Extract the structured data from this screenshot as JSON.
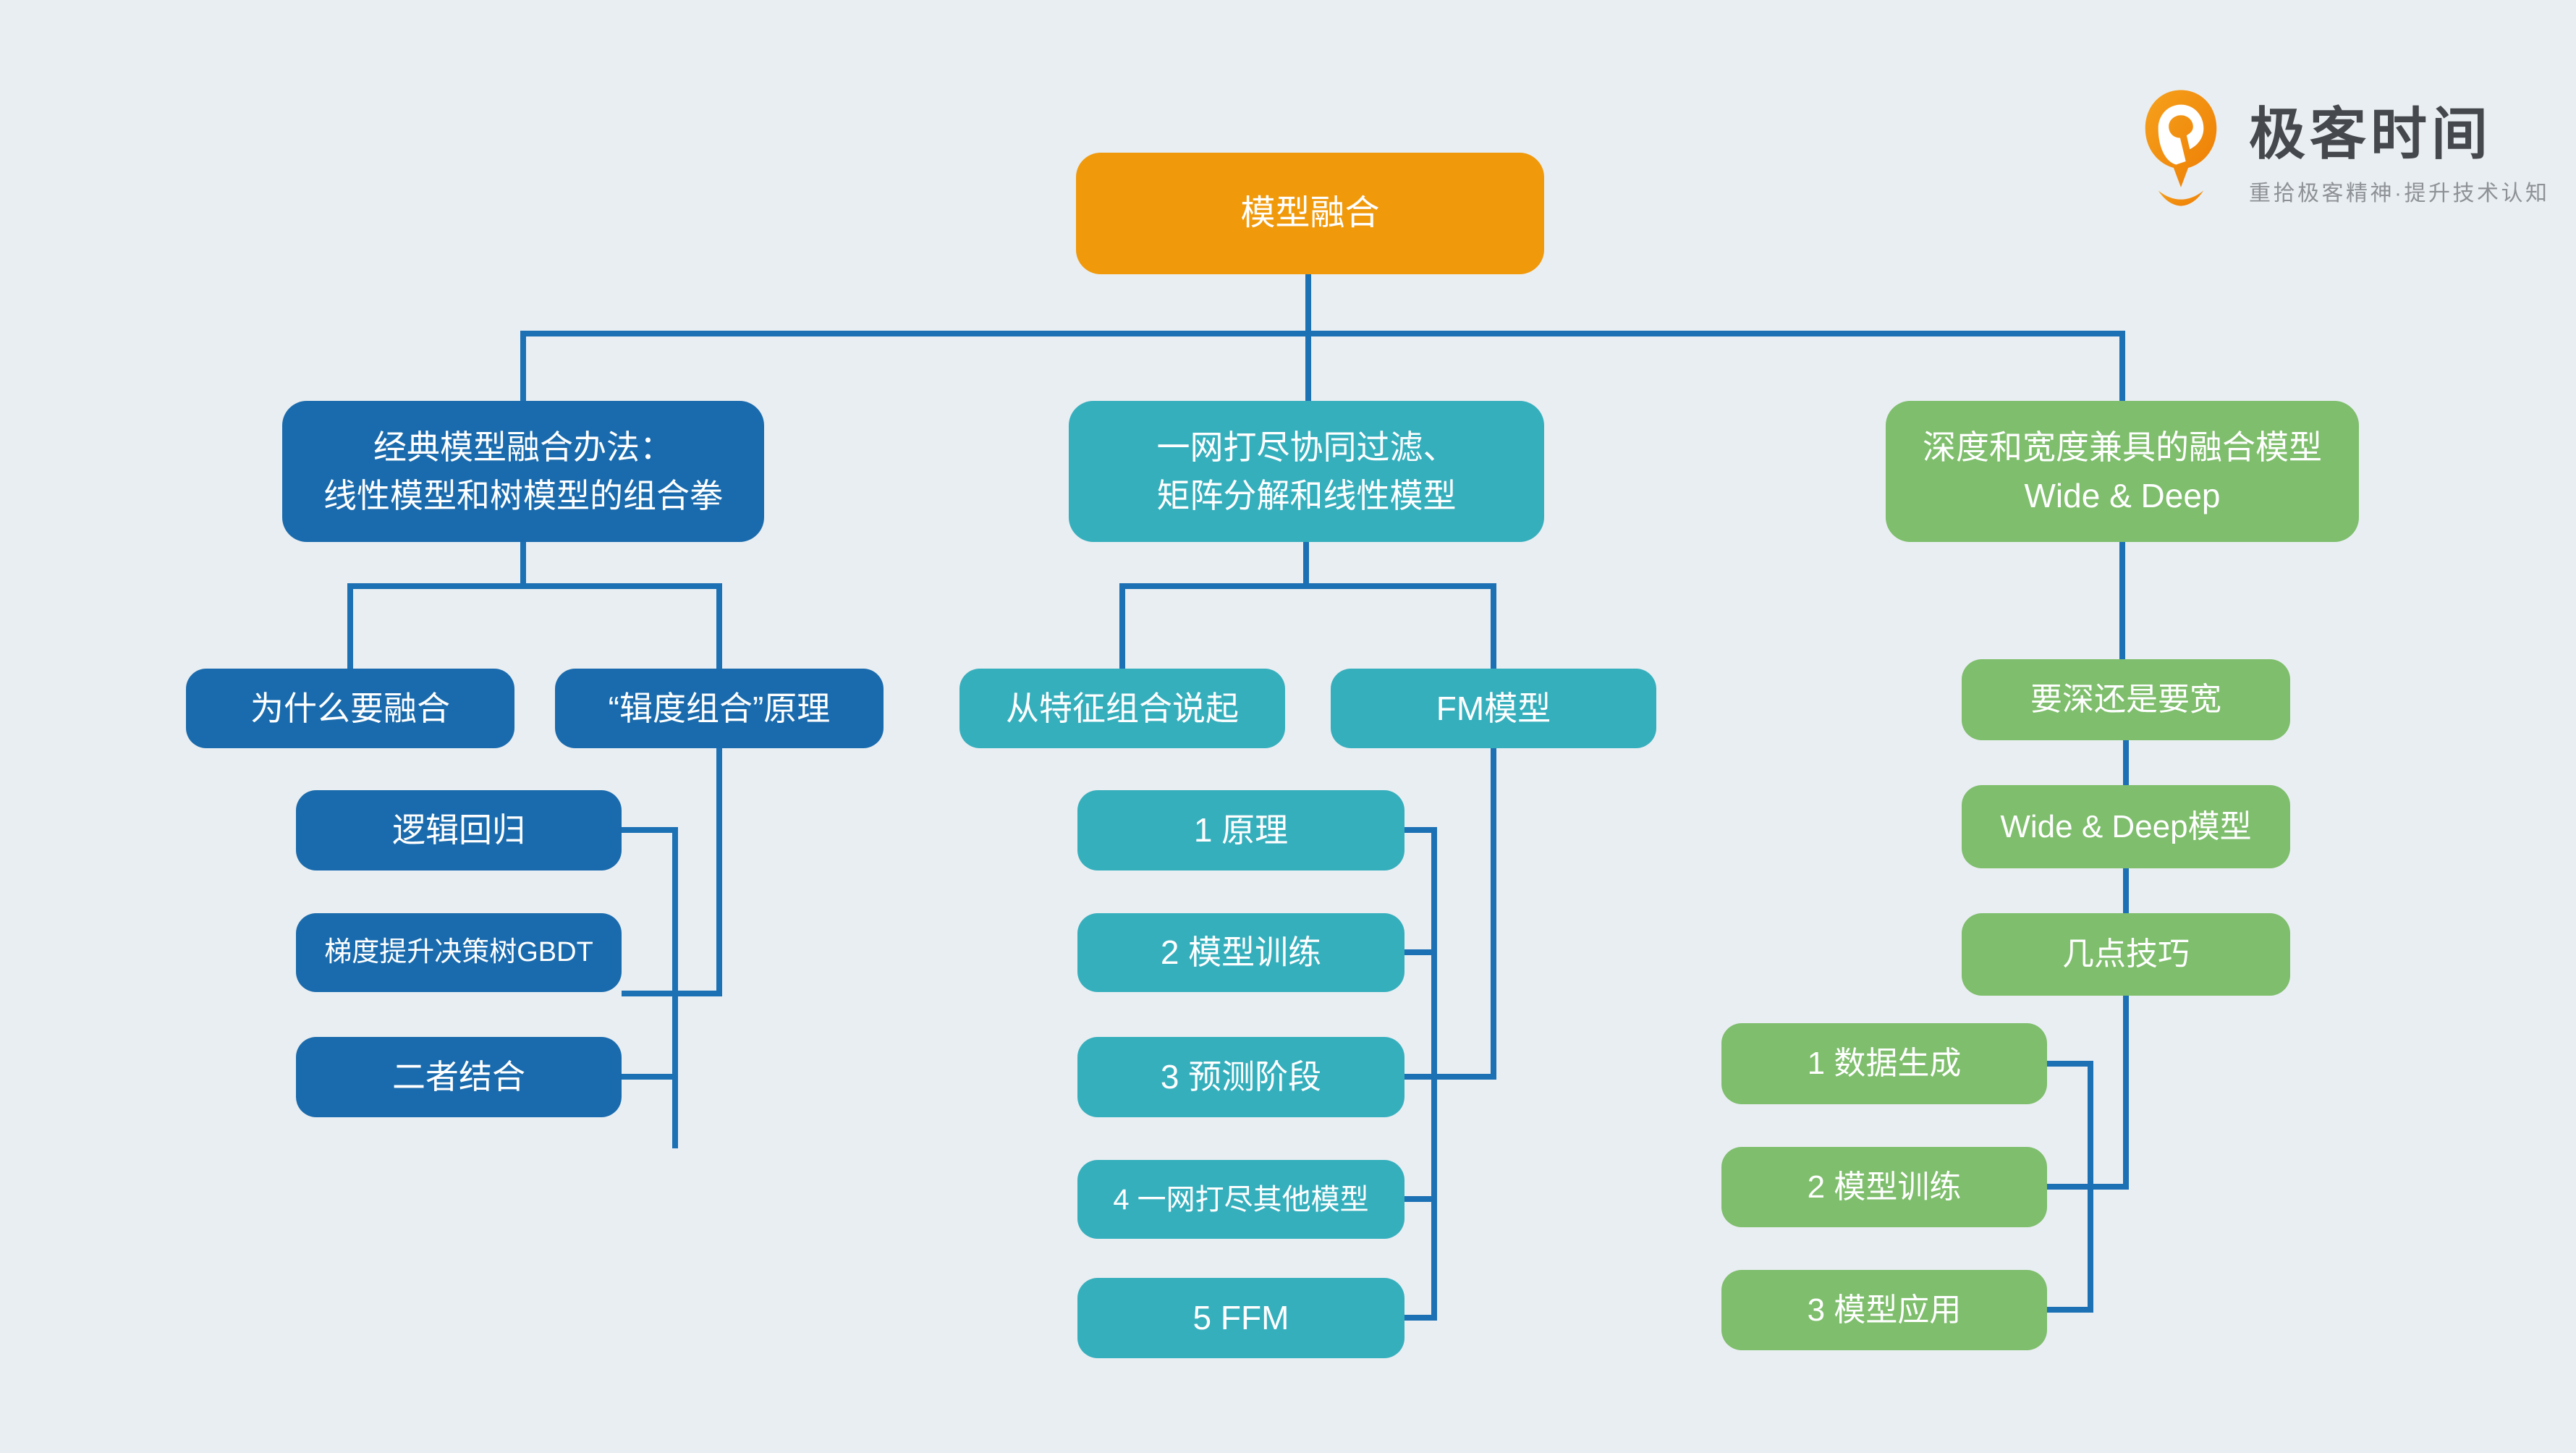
{
  "page": {
    "background": "#E9EEF2"
  },
  "logo": {
    "brand": "极客时间",
    "tagline": "重拾极客精神·提升技术认知",
    "icon": "geektime-balloon-icon",
    "icon_orange": "#F28011"
  },
  "colors": {
    "root": "#F0990B",
    "classic_branch": "#1A6BAD",
    "collab_branch": "#36AFBD",
    "widedeep_branch": "#7EBE6C",
    "connector": "#1C70B4",
    "background": "#E9EEF2",
    "node_text": "#FFFFFF"
  },
  "nodes": {
    "root": {
      "label": "模型融合"
    },
    "left_parent": {
      "label": "经典模型融合办法：\n线性模型和树模型的组合拳"
    },
    "why_merge": {
      "label": "为什么要融合"
    },
    "duce_principle": {
      "label": "“辑度组合”原理"
    },
    "logistic_regression": {
      "label": "逻辑回归"
    },
    "gbdt": {
      "label": "梯度提升决策树GBDT"
    },
    "both_combined": {
      "label": "二者结合"
    },
    "mid_parent": {
      "label": "一网打尽协同过滤、\n矩阵分解和线性模型"
    },
    "feature_combination": {
      "label": "从特征组合说起"
    },
    "fm_model": {
      "label": "FM模型"
    },
    "fm_item_1": {
      "label": "1 原理"
    },
    "fm_item_2": {
      "label": "2 模型训练"
    },
    "fm_item_3": {
      "label": "3 预测阶段"
    },
    "fm_item_4": {
      "label": "4 一网打尽其他模型"
    },
    "fm_item_5": {
      "label": "5 FFM"
    },
    "right_parent": {
      "label": "深度和宽度兼具的融合模型\nWide & Deep"
    },
    "deep_or_wide": {
      "label": "要深还是要宽"
    },
    "wide_deep_model": {
      "label": "Wide & Deep模型"
    },
    "tips": {
      "label": "几点技巧"
    },
    "wd_item_1": {
      "label": "1 数据生成"
    },
    "wd_item_2": {
      "label": "2 模型训练"
    },
    "wd_item_3": {
      "label": "3 模型应用"
    }
  }
}
